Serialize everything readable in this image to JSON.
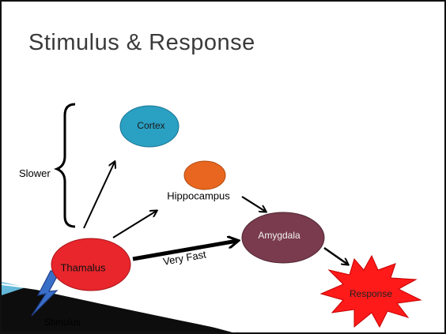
{
  "slide": {
    "title": "Stimulus & Response"
  },
  "diagram": {
    "nodes": {
      "cortex": "Cortex",
      "hippocampus": "Hippocampus",
      "amygdala": "Amygdala",
      "thamalus": "Thamalus",
      "response": "Response",
      "stimulus": "Stimulus"
    },
    "labels": {
      "slower": "Slower",
      "very_fast": "Very Fast"
    }
  },
  "colors": {
    "cortex": "#2aa0c3",
    "hippocampus": "#e8661f",
    "amygdala": "#7a3b4e",
    "thamalus": "#e8262c",
    "response": "#ff1a1a",
    "corner_blue": "#2a8ab8"
  }
}
